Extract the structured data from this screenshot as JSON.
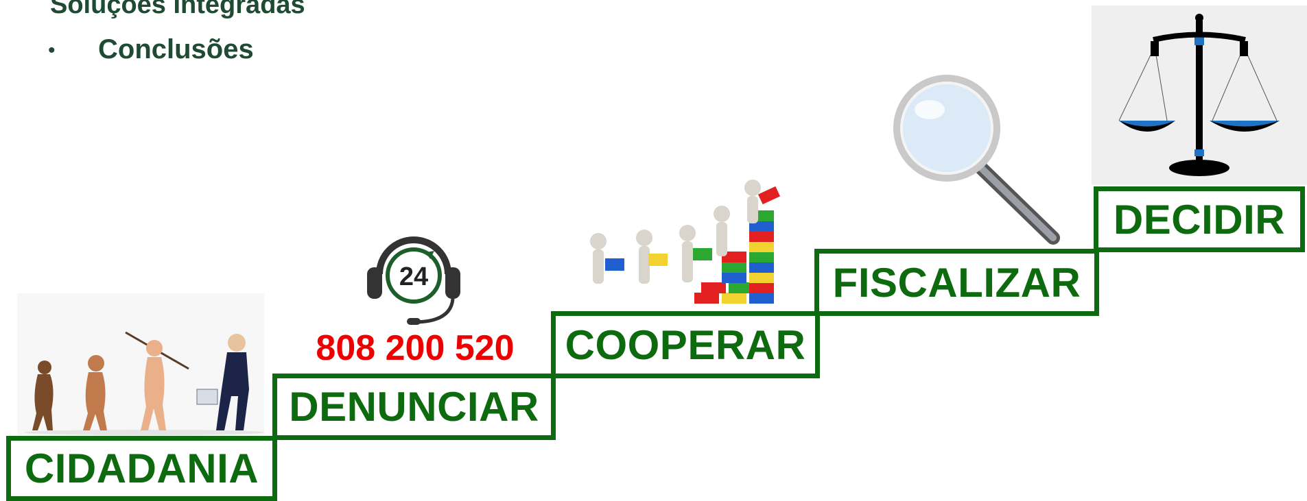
{
  "header": {
    "title": "Soluções Integradas",
    "bullet": "Conclusões"
  },
  "steps": [
    {
      "label": "CIDADANIA"
    },
    {
      "label": "DENUNCIAR"
    },
    {
      "label": "COOPERAR"
    },
    {
      "label": "FISCALIZAR"
    },
    {
      "label": "DECIDIR"
    }
  ],
  "hotline": {
    "number": "808 200 520",
    "badge": "24"
  },
  "colors": {
    "step_green": "#0e6a0e",
    "heading_green": "#1f4a33",
    "hotline_red": "#ee0000",
    "scale_blue": "#1f73c4"
  },
  "icons": [
    "evolution-illustration",
    "headset-24h-icon",
    "teamwork-blocks-illustration",
    "magnifier-icon",
    "justice-scale-icon"
  ]
}
